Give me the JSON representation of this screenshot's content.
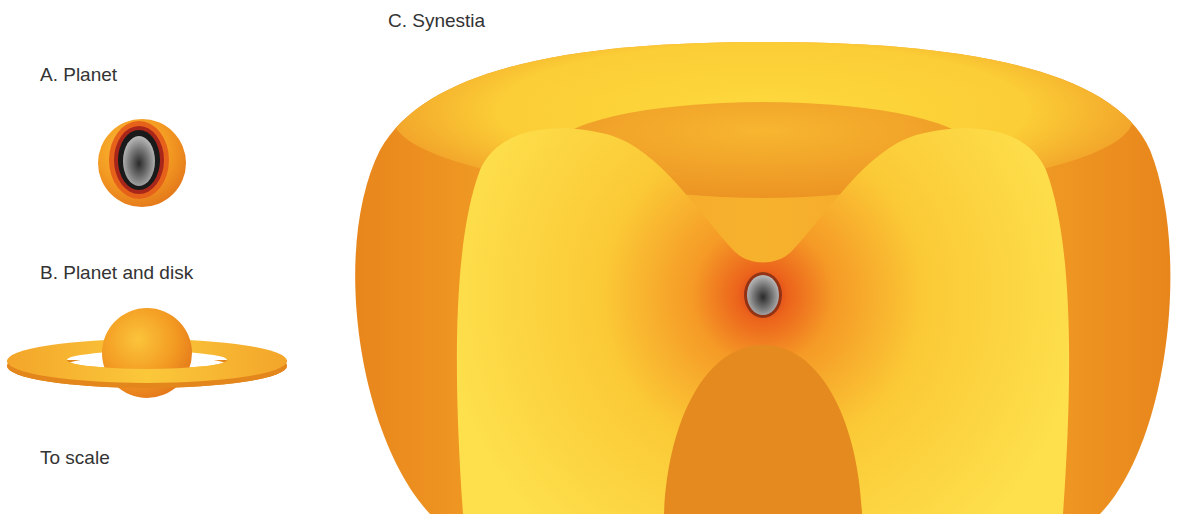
{
  "diagram": {
    "labels": [
      "C. Synestia",
      "A. Planet",
      "B. Planet and disk",
      "To scale"
    ]
  }
}
